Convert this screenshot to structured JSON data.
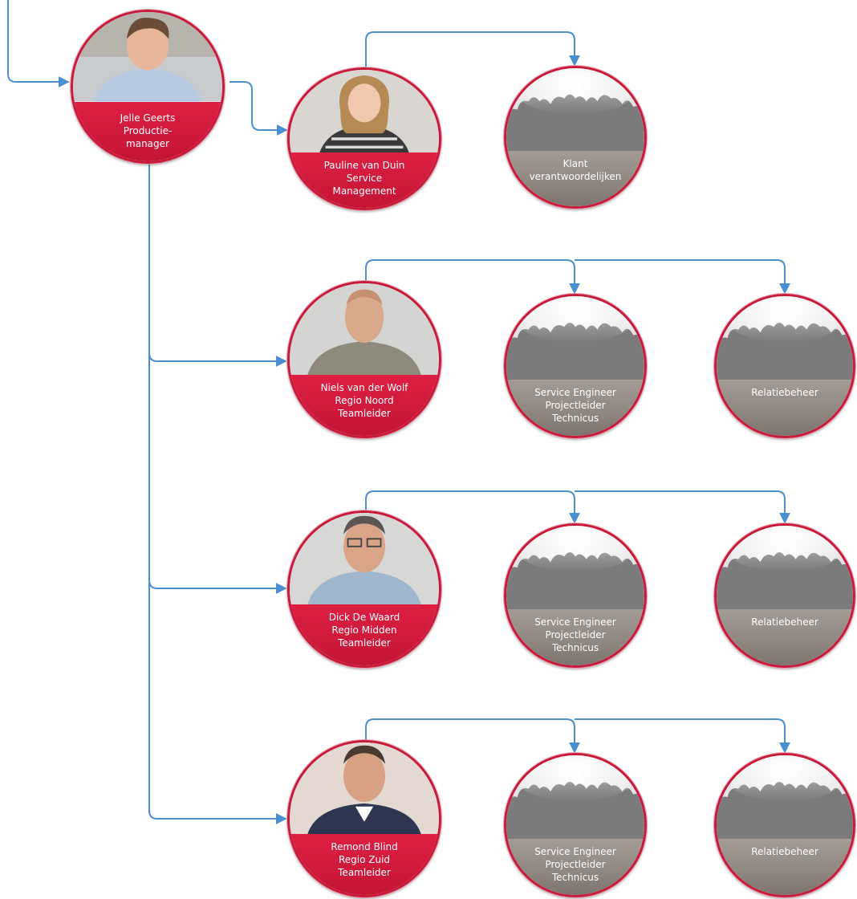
{
  "nodes": {
    "jelle": {
      "name": "Jelle Geerts",
      "role": "Productie-",
      "role2": "manager"
    },
    "pauline": {
      "name": "Pauline van Duin",
      "role": "Service",
      "role2": "Management"
    },
    "klant": {
      "line1": "Klant",
      "line2": "verantwoordelijken"
    },
    "niels": {
      "name": "Niels van der Wolf",
      "region": "Regio Noord",
      "role": "Teamleider"
    },
    "dick": {
      "name": "Dick De Waard",
      "region": "Regio Midden",
      "role": "Teamleider"
    },
    "remond": {
      "name": "Remond Blind",
      "region": "Regio Zuid",
      "role": "Teamleider"
    },
    "team": {
      "line1": "Service Engineer",
      "line2": "Projectleider",
      "line3": "Technicus"
    },
    "relatie": {
      "line1": "Relatiebeheer"
    }
  },
  "colors": {
    "accent": "#c81a3a",
    "connector": "#4a8fd1",
    "group_caption": "#8f8680",
    "silhouette": "#7b7b7b"
  }
}
